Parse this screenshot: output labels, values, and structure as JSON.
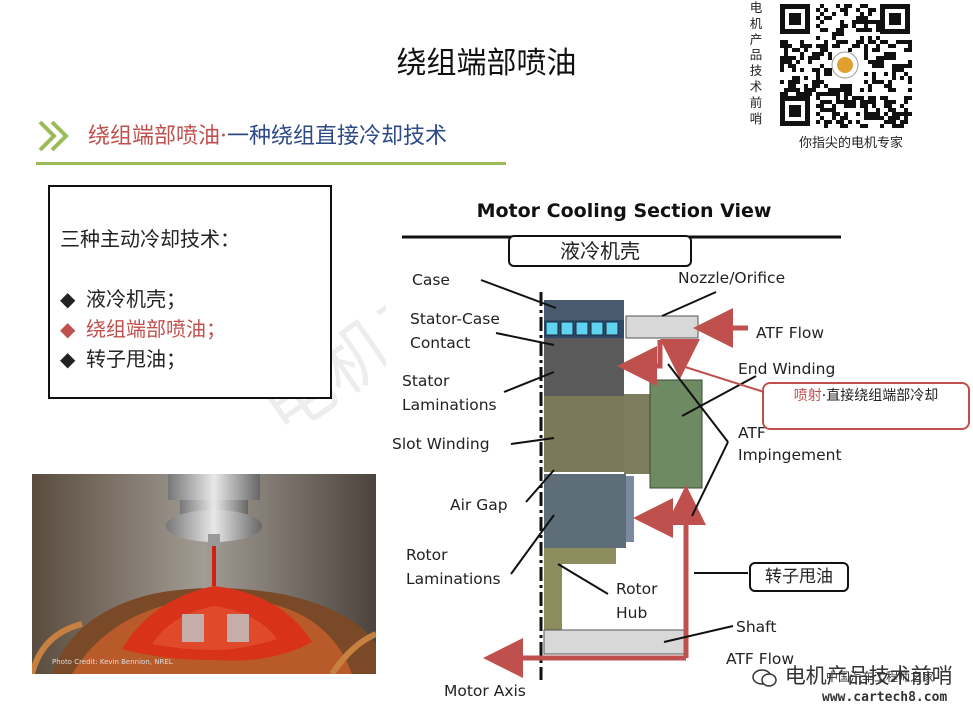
{
  "slide": {
    "title": "绕组端部喷油",
    "subtitle_red": "绕组端部喷油·",
    "subtitle_blue": "一种绕组直接冷却技术"
  },
  "qr": {
    "vertical_text": "电机产品技术前哨",
    "caption": "你指尖的电机专家"
  },
  "textbox": {
    "heading": "三种主动冷却技术：",
    "items": [
      {
        "bullet": "◆",
        "text": "液冷机壳；"
      },
      {
        "bullet": "◆",
        "text": "绕组端部喷油；"
      },
      {
        "bullet": "◆",
        "text": "转子甩油；"
      }
    ]
  },
  "photo": {
    "credit": "Photo Credit: Kevin Bennion, NREL"
  },
  "diagram": {
    "title": "Motor Cooling Section View",
    "labels": {
      "case": "Case",
      "stator_case_1": "Stator-Case",
      "stator_case_2": "Contact",
      "stator_lam_1": "Stator",
      "stator_lam_2": "Laminations",
      "slot_winding": "Slot Winding",
      "air_gap": "Air Gap",
      "rotor_lam_1": "Rotor",
      "rotor_lam_2": "Laminations",
      "rotor_hub_1": "Rotor",
      "rotor_hub_2": "Hub",
      "nozzle": "Nozzle/Orifice",
      "atf_flow_top": "ATF Flow",
      "end_winding": "End Winding",
      "atf_imp_1": "ATF",
      "atf_imp_2": "Impingement",
      "shaft": "Shaft",
      "atf_flow_bottom": "ATF Flow",
      "motor_axis": "Motor Axis"
    },
    "callouts": {
      "liquid_case": "液冷机壳",
      "spray_red": "喷射",
      "spray_rest": "·直接绕组端部冷却",
      "rotor_oil": "转子甩油"
    },
    "colors": {
      "flow_red": "#c0504d",
      "case_blue": "#4a5a6e",
      "stator_grey": "#5a5a5a",
      "winding_olive": "#7a7a58",
      "end_winding_green": "#6e8a62",
      "rotor_slate": "#5e6e78",
      "hub_olive": "#8c8c5c"
    }
  },
  "watermark": {
    "main": "电机产品技术前哨",
    "site": "中国汽车工程师之家",
    "url": "www.cartech8.com",
    "background": "电机产品"
  }
}
